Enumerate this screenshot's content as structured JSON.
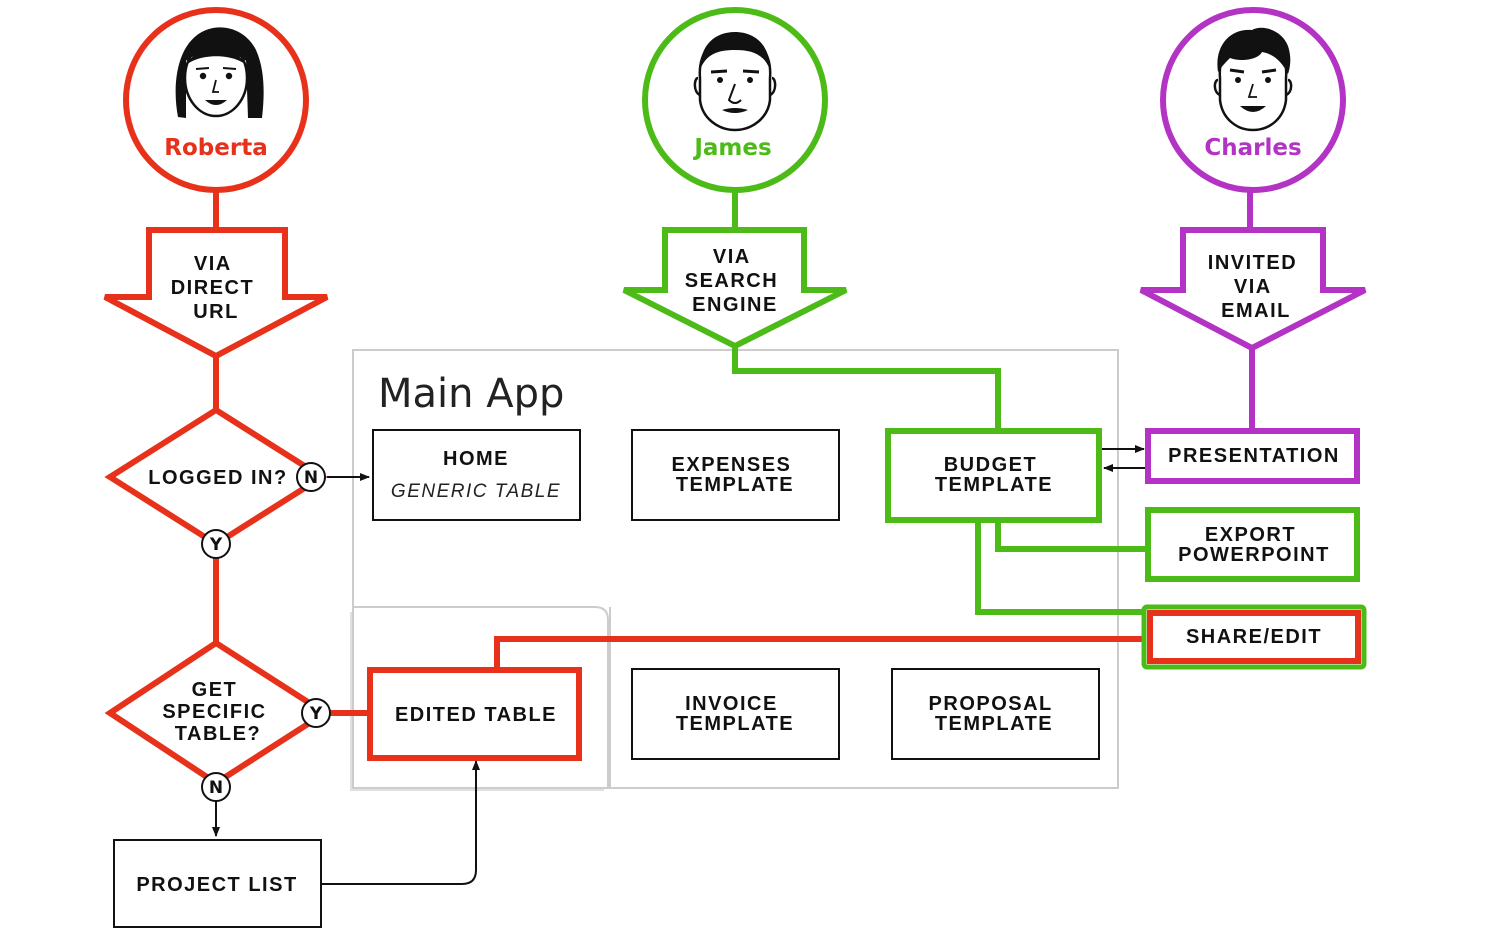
{
  "colors": {
    "roberta": "#e8311a",
    "james": "#4cbb17",
    "charles": "#b233c4",
    "ink": "#111111",
    "container": "#cccccc"
  },
  "personas": {
    "roberta": {
      "name": "Roberta",
      "entry": [
        "VIA",
        "DIRECT",
        "URL"
      ]
    },
    "james": {
      "name": "James",
      "entry": [
        "VIA",
        "SEARCH",
        "ENGINE"
      ]
    },
    "charles": {
      "name": "Charles",
      "entry": [
        "INVITED",
        "VIA",
        "EMAIL"
      ]
    }
  },
  "container": {
    "title": "Main App"
  },
  "decisions": {
    "logged_in": {
      "lines": [
        "LOGGED IN?"
      ],
      "no": "N",
      "yes": "Y"
    },
    "specific_table": {
      "lines": [
        "GET",
        "SPECIFIC",
        "TABLE?"
      ],
      "yes": "Y",
      "no": "N"
    }
  },
  "boxes": {
    "home": {
      "line1": "HOME",
      "line2": "GENERIC TABLE"
    },
    "expenses": {
      "line1": "EXPENSES",
      "line2": "TEMPLATE"
    },
    "budget": {
      "line1": "BUDGET",
      "line2": "TEMPLATE"
    },
    "presentation": {
      "line1": "PRESENTATION"
    },
    "export": {
      "line1": "EXPORT",
      "line2": "POWERPOINT"
    },
    "share": {
      "line1": "SHARE/EDIT"
    },
    "edited": {
      "line1": "EDITED TABLE"
    },
    "invoice": {
      "line1": "INVOICE",
      "line2": "TEMPLATE"
    },
    "proposal": {
      "line1": "PROPOSAL",
      "line2": "TEMPLATE"
    },
    "project_list": {
      "line1": "PROJECT LIST"
    }
  }
}
